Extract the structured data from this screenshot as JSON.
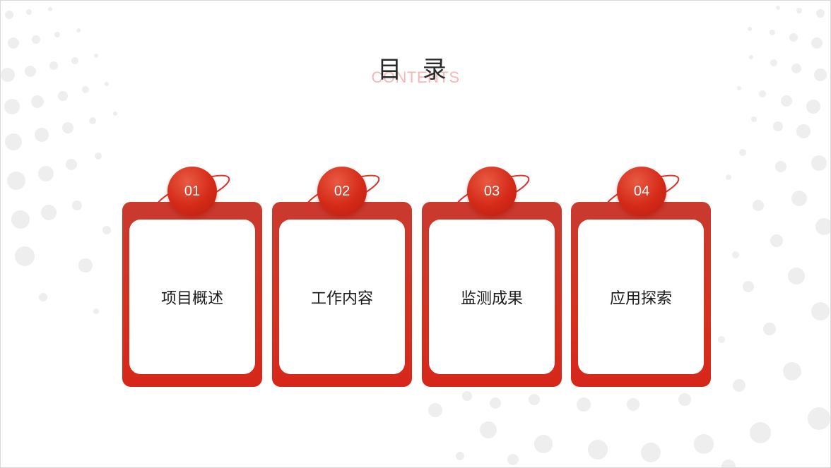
{
  "header": {
    "title": "目 录",
    "subtitle": "CONTENTS"
  },
  "items": [
    {
      "num": "01",
      "label": "项目概述"
    },
    {
      "num": "02",
      "label": "工作内容"
    },
    {
      "num": "03",
      "label": "监测成果"
    },
    {
      "num": "04",
      "label": "应用探索"
    }
  ],
  "colors": {
    "accent": "#d4321f",
    "subtitle": "#f5b7b7",
    "title": "#2a2a2a"
  }
}
